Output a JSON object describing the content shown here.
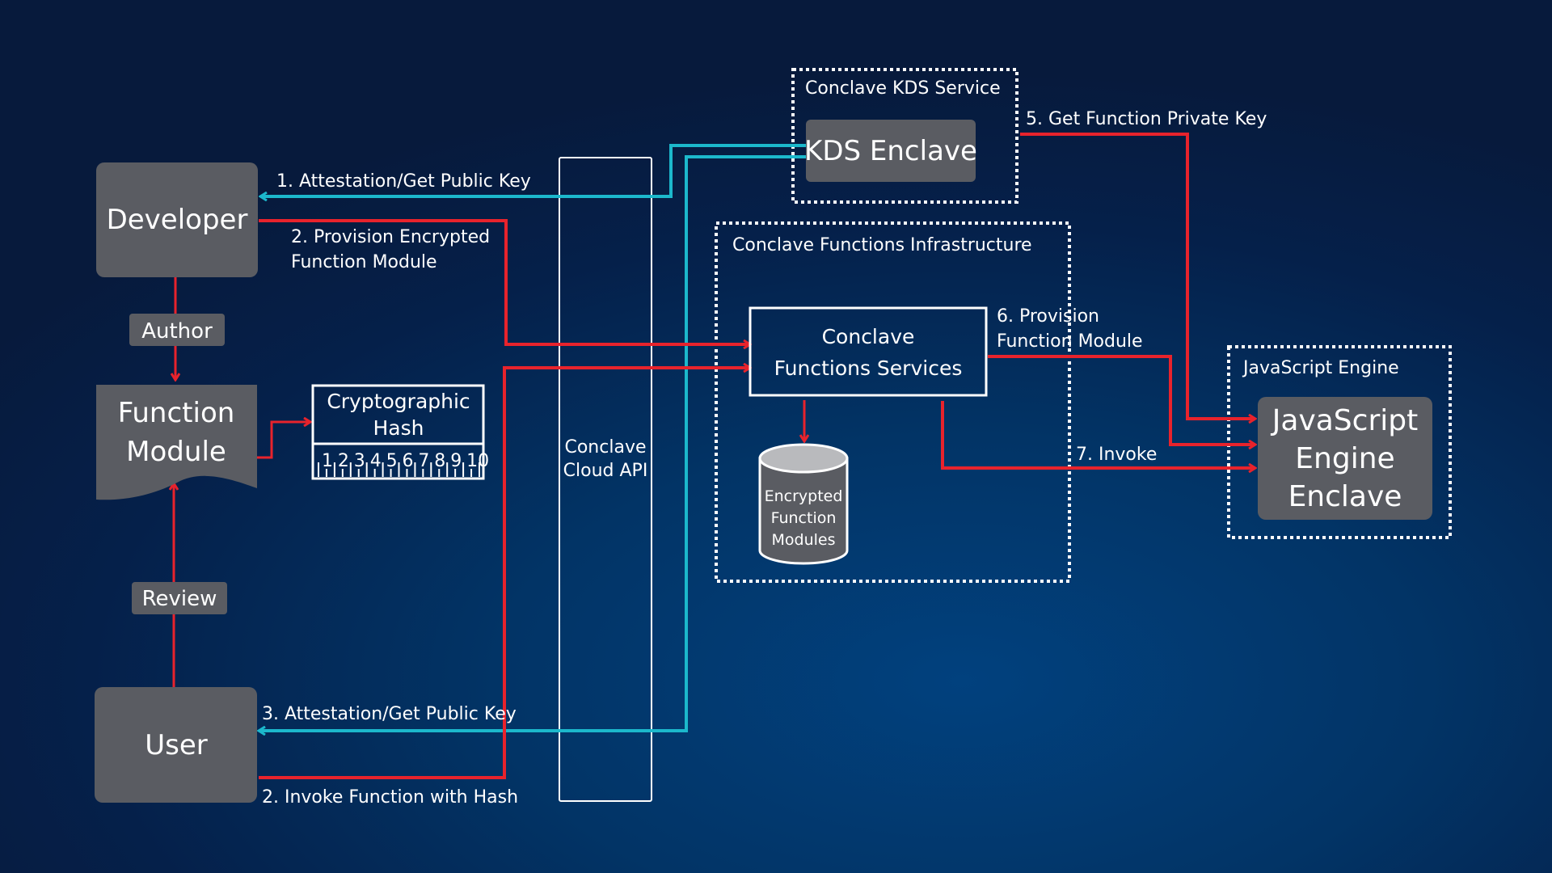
{
  "nodes": {
    "developer": "Developer",
    "author": "Author",
    "function_module": [
      "Function",
      "Module"
    ],
    "review": "Review",
    "user": "User",
    "hash_title": [
      "Cryptographic",
      "Hash"
    ],
    "ruler_ticks": [
      "1",
      "2",
      "3",
      "4",
      "5",
      "6",
      "7",
      "8",
      "9",
      "10"
    ],
    "cloud_api": [
      "Conclave",
      "Cloud API"
    ],
    "kds_group": "Conclave KDS Service",
    "kds_enclave": "KDS Enclave",
    "functions_infra": "Conclave Functions Infrastructure",
    "functions_services": [
      "Conclave",
      "Functions Services"
    ],
    "db": [
      "Encrypted",
      "Function",
      "Modules"
    ],
    "js_group": "JavaScript Engine",
    "js_enclave": [
      "JavaScript",
      "Engine",
      "Enclave"
    ]
  },
  "edges": {
    "e1": "1. Attestation/Get Public Key",
    "e2a": [
      "2. Provision Encrypted",
      "Function Module"
    ],
    "e3": "3. Attestation/Get Public Key",
    "e2b": "2. Invoke Function with Hash",
    "e5": "5. Get Function Private Key",
    "e6": [
      "6. Provision",
      "Function Module"
    ],
    "e7": "7. Invoke"
  },
  "colors": {
    "red": "#e8232c",
    "cyan": "#1cb8cc",
    "node": "#5a5c62",
    "white": "#ffffff"
  }
}
